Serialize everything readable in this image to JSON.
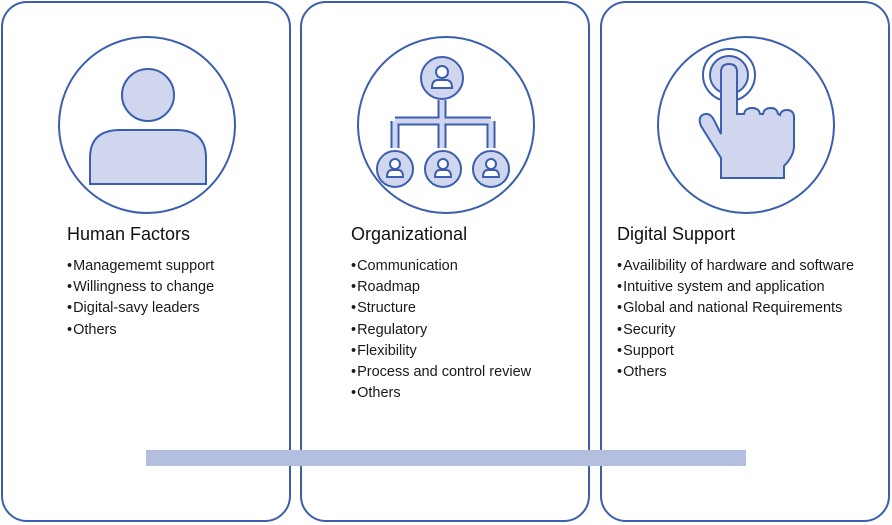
{
  "colors": {
    "border": "#3b5fae",
    "icon_fill": "#d0d6ee",
    "bar": "#b4bfe0"
  },
  "cards": [
    {
      "icon": "person-icon",
      "title": "Human Factors",
      "items": [
        "Managememt support",
        "Willingness to change",
        "Digital-savy leaders",
        "Others"
      ]
    },
    {
      "icon": "org-chart-icon",
      "title": "Organizational",
      "items": [
        "Communication",
        "Roadmap",
        "Structure",
        "Regulatory",
        "Flexibility",
        "Process and control review",
        "Others"
      ]
    },
    {
      "icon": "pointing-hand-icon",
      "title": "Digital Support",
      "items": [
        "Availibility of hardware and software",
        "Intuitive system and application",
        "Global and national Requirements",
        "Security",
        "Support",
        "Others"
      ]
    }
  ]
}
